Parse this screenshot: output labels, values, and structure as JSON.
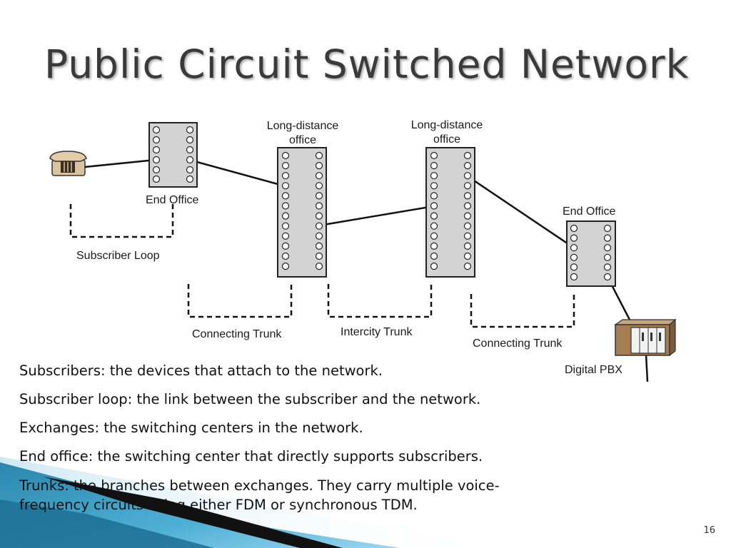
{
  "slide": {
    "title": "Public Circuit Switched Network",
    "page_number": "16"
  },
  "diagram": {
    "labels": {
      "end_office_left": "End Office",
      "long_distance_1_line1": "Long-distance",
      "long_distance_1_line2": "office",
      "long_distance_2_line1": "Long-distance",
      "long_distance_2_line2": "office",
      "end_office_right": "End Office",
      "subscriber_loop": "Subscriber Loop",
      "connecting_trunk_left": "Connecting Trunk",
      "intercity_trunk": "Intercity Trunk",
      "connecting_trunk_right": "Connecting Trunk",
      "digital_pbx": "Digital PBX"
    },
    "icons": [
      "telephone-icon",
      "switch-rack-icon",
      "pbx-cabinet-icon"
    ]
  },
  "bullets": [
    "Subscribers: the devices that attach to the network.",
    "Subscriber loop: the link between the subscriber and the network.",
    "Exchanges: the switching centers in the network.",
    "End office: the switching center that directly supports subscribers.",
    "Trunks: the branches between exchanges. They carry multiple voice-frequency circuits using either FDM or synchronous TDM."
  ],
  "colors": {
    "title": "#3a3a3a",
    "switch_fill": "#d3d3d3",
    "corner_dark": "#1d6f93",
    "corner_light": "#5cb8d9",
    "pbx_wood": "#a67c52"
  }
}
